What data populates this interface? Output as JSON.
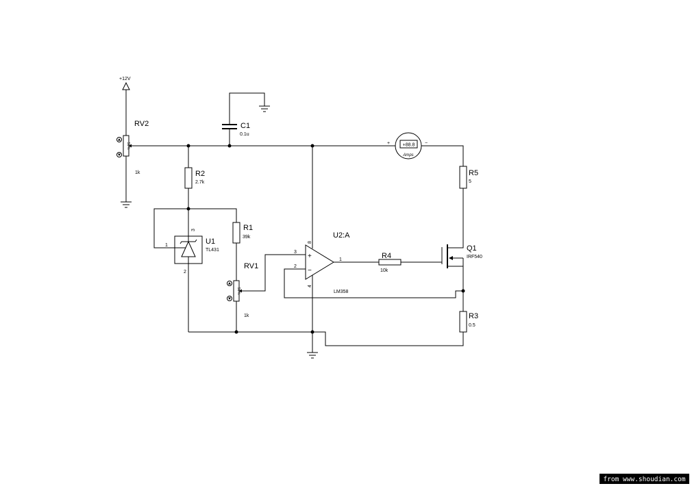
{
  "power": {
    "label": "+12V"
  },
  "rv2": {
    "ref": "RV2",
    "value": "1k",
    "setting": "50%"
  },
  "c1": {
    "ref": "C1",
    "value": "0.1u"
  },
  "r2": {
    "ref": "R2",
    "value": "2.7k"
  },
  "ammeter": {
    "reading": "+88.8",
    "unit": "Amps",
    "plus": "+",
    "minus": "−"
  },
  "r5": {
    "ref": "R5",
    "value": "5"
  },
  "u1": {
    "ref": "U1",
    "value": "TL431",
    "pin_ref": "1",
    "pin_cathode": "3",
    "pin_anode": "2"
  },
  "r1": {
    "ref": "R1",
    "value": "39k"
  },
  "rv1": {
    "ref": "RV1",
    "value": "1k",
    "setting": "50%"
  },
  "u2": {
    "ref": "U2:A",
    "value": "LM358",
    "pin_vcc": "8",
    "pin_noninv": "3",
    "pin_inv": "2",
    "pin_gnd": "4",
    "pin_out": "1",
    "plus_sign": "+",
    "minus_sign": "−"
  },
  "r4": {
    "ref": "R4",
    "value": "10k"
  },
  "q1": {
    "ref": "Q1",
    "value": "IRF540"
  },
  "r3": {
    "ref": "R3",
    "value": "0.5"
  },
  "watermark": "from www.shoudian.com",
  "icons": {
    "pot_up": "increment-icon",
    "pot_down": "decrement-icon",
    "ground": "ground-icon",
    "power": "power-terminal-icon"
  },
  "colors": {
    "ink": "#000000",
    "paper": "#ffffff",
    "watermark_bg": "#000000",
    "watermark_text": "#ffffff"
  }
}
